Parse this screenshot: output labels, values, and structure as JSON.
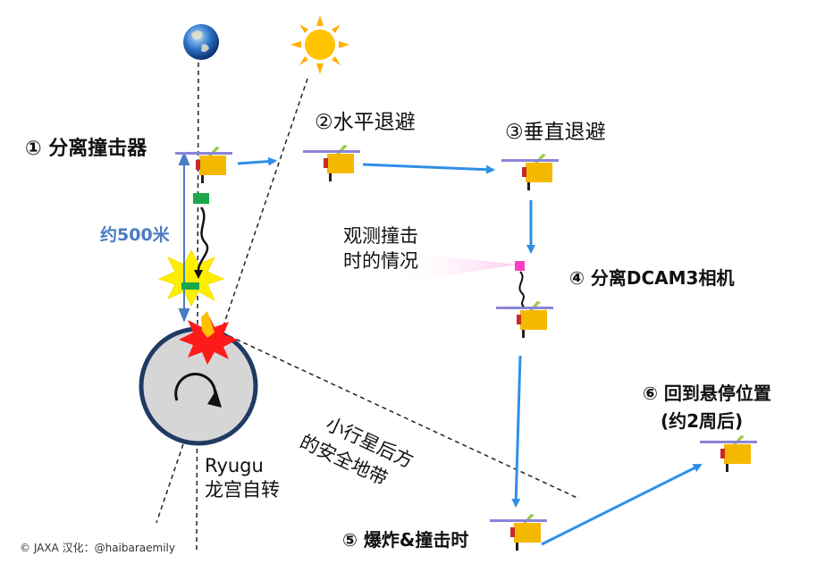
{
  "steps": {
    "s1": "① 分离撞击器",
    "s2": "②水平退避",
    "s3": "③垂直退避",
    "s4": "④ 分离DCAM3相机",
    "s5": "⑤ 爆炸&撞击时",
    "s6_line1": "⑥ 回到悬停位置",
    "s6_line2": "(约2周后)"
  },
  "labels": {
    "distance": "约500米",
    "observe_line1": "观测撞击",
    "observe_line2": "时的情况",
    "safe_zone_line1": "小行星后方",
    "safe_zone_line2": "的安全地带",
    "ryugu_line1": "Ryugu",
    "ryugu_line2": "龙宫自转"
  },
  "credit": "© JAXA  汉化：@haibaraemily",
  "icons": {
    "earth": "earth-icon",
    "sun": "sun-icon",
    "spacecraft": "hayabusa2-spacecraft-icon",
    "impactor": "impactor-icon",
    "camera": "dcam3-camera-icon",
    "explosion": "explosion-icon",
    "rotation": "rotation-arrow-icon"
  },
  "colors": {
    "arrow": "#2f8fe6",
    "orbit_bar": "#8a84d8",
    "spacecraft_body": "#f5b800",
    "impactor": "#1aa84a",
    "camera": "#ff3ec8",
    "asteroid_fill": "#d6d6d6",
    "asteroid_ring": "#1f3a63",
    "explosion_yellow": "#ffee00",
    "explosion_red": "#ff1a1a",
    "distance_text": "#4a7bc4"
  }
}
